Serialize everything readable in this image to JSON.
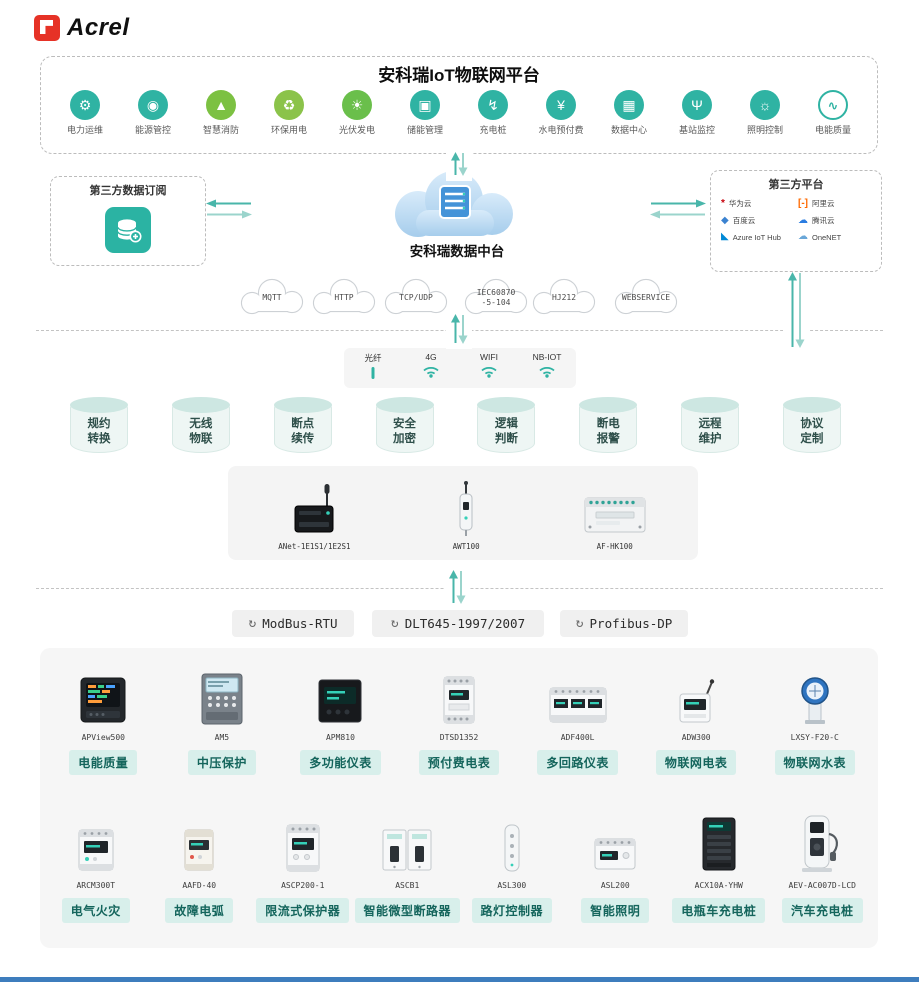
{
  "colors": {
    "accent": "#2fb3a3",
    "badge_bg": "#d8efeb",
    "badge_text": "#14655c"
  },
  "logo": {
    "brand": "Acrel"
  },
  "platform": {
    "title": "安科瑞IoT物联网平台",
    "apps": [
      {
        "icon": "power-om-icon",
        "glyph": "⚙",
        "label": "电力运维",
        "color": "#2fb3a3",
        "style": "solid"
      },
      {
        "icon": "energy-mgmt-icon",
        "glyph": "◉",
        "label": "能源管控",
        "color": "#2fb3a3",
        "style": "solid"
      },
      {
        "icon": "fire-safety-icon",
        "glyph": "▲",
        "label": "智慧消防",
        "color": "#7cc142",
        "style": "solid"
      },
      {
        "icon": "eco-power-icon",
        "glyph": "♻",
        "label": "环保用电",
        "color": "#8bc34a",
        "style": "solid"
      },
      {
        "icon": "solar-pv-icon",
        "glyph": "☀",
        "label": "光伏发电",
        "color": "#6abf4b",
        "style": "solid"
      },
      {
        "icon": "energy-storage-icon",
        "glyph": "▣",
        "label": "储能管理",
        "color": "#2fb3a3",
        "style": "solid"
      },
      {
        "icon": "ev-charging-icon",
        "glyph": "↯",
        "label": "充电桩",
        "color": "#2fb3a3",
        "style": "solid"
      },
      {
        "icon": "prepaid-icon",
        "glyph": "¥",
        "label": "水电预付费",
        "color": "#2fb3a3",
        "style": "solid"
      },
      {
        "icon": "datacenter-icon",
        "glyph": "▦",
        "label": "数据中心",
        "color": "#2fb3a3",
        "style": "solid"
      },
      {
        "icon": "base-station-icon",
        "glyph": "Ψ",
        "label": "基站监控",
        "color": "#2fb3a3",
        "style": "solid"
      },
      {
        "icon": "lighting-icon",
        "glyph": "☼",
        "label": "照明控制",
        "color": "#2fb3a3",
        "style": "solid"
      },
      {
        "icon": "power-quality-icon",
        "glyph": "∿",
        "label": "电能质量",
        "color": "#2fb3a3",
        "style": "outline"
      }
    ]
  },
  "integration": {
    "left_box_title": "第三方数据订阅",
    "data_hub_label": "安科瑞数据中台",
    "right_box_title": "第三方平台",
    "third_party": [
      {
        "icon": "huawei-cloud-logo",
        "glyph": "*",
        "color": "#c7000b",
        "label": "华为云"
      },
      {
        "icon": "ali-cloud-logo",
        "glyph": "[-]",
        "color": "#ff6a00",
        "label": "阿里云"
      },
      {
        "icon": "baidu-cloud-logo",
        "glyph": "◆",
        "color": "#3b82d0",
        "label": "百度云"
      },
      {
        "icon": "tencent-cloud-logo",
        "glyph": "☁",
        "color": "#2b7de1",
        "label": "腾讯云"
      },
      {
        "icon": "azure-iot-logo",
        "glyph": "◣",
        "color": "#0089d6",
        "label": "Azure IoT Hub"
      },
      {
        "icon": "onenet-logo",
        "glyph": "☁",
        "color": "#6aa7d8",
        "label": "OneNET"
      }
    ]
  },
  "protocols_cloud": [
    {
      "lines": [
        "MQTT"
      ]
    },
    {
      "lines": [
        "HTTP"
      ]
    },
    {
      "lines": [
        "TCP/UDP"
      ]
    },
    {
      "lines": [
        "IEC60870",
        "-5-104"
      ]
    },
    {
      "lines": [
        "HJ212"
      ]
    },
    {
      "lines": [
        "WEBSERVICE"
      ]
    }
  ],
  "networks": [
    {
      "label": "光纤",
      "icon": "fiber-icon"
    },
    {
      "label": "4G",
      "icon": "wifi-icon"
    },
    {
      "label": "WIFI",
      "icon": "wifi-icon"
    },
    {
      "label": "NB-IOT",
      "icon": "wifi-icon"
    }
  ],
  "capabilities": [
    "规约转换",
    "无线物联",
    "断点续传",
    "安全加密",
    "逻辑判断",
    "断电报警",
    "远程维护",
    "协议定制"
  ],
  "gateways": [
    {
      "model": "ANet-1E1S1/1E2S1",
      "img": "anet"
    },
    {
      "model": "AWT100",
      "img": "awt100"
    },
    {
      "model": "AF-HK100",
      "img": "afhk100"
    }
  ],
  "field_protocols": [
    {
      "label": "ModBus-RTU"
    },
    {
      "label": "DLT645-1997/2007"
    },
    {
      "label": "Profibus-DP"
    }
  ],
  "devices": {
    "row1": [
      {
        "model": "APView500",
        "label": "电能质量",
        "img": "apview500"
      },
      {
        "model": "AM5",
        "label": "中压保护",
        "img": "am5"
      },
      {
        "model": "APM810",
        "label": "多功能仪表",
        "img": "apm810"
      },
      {
        "model": "DTSD1352",
        "label": "预付费电表",
        "img": "dtsd1352"
      },
      {
        "model": "ADF400L",
        "label": "多回路仪表",
        "img": "adf400l"
      },
      {
        "model": "ADW300",
        "label": "物联网电表",
        "img": "adw300"
      },
      {
        "model": "LXSY-F20-C",
        "label": "物联网水表",
        "img": "water"
      }
    ],
    "row2": [
      {
        "model": "ARCM300T",
        "label": "电气火灾",
        "img": "arcm300t"
      },
      {
        "model": "AAFD-40",
        "label": "故障电弧",
        "img": "aafd40"
      },
      {
        "model": "ASCP200-1",
        "label": "限流式保护器",
        "img": "ascp200"
      },
      {
        "model": "ASCB1",
        "label": "智能微型断路器",
        "img": "ascb1"
      },
      {
        "model": "ASL300",
        "label": "路灯控制器",
        "img": "asl300"
      },
      {
        "model": "ASL200",
        "label": "智能照明",
        "img": "asl200"
      },
      {
        "model": "ACX10A-YHW",
        "label": "电瓶车充电桩",
        "img": "acx10a"
      },
      {
        "model": "AEV-AC007D-LCD",
        "label": "汽车充电桩",
        "img": "aev"
      }
    ]
  }
}
